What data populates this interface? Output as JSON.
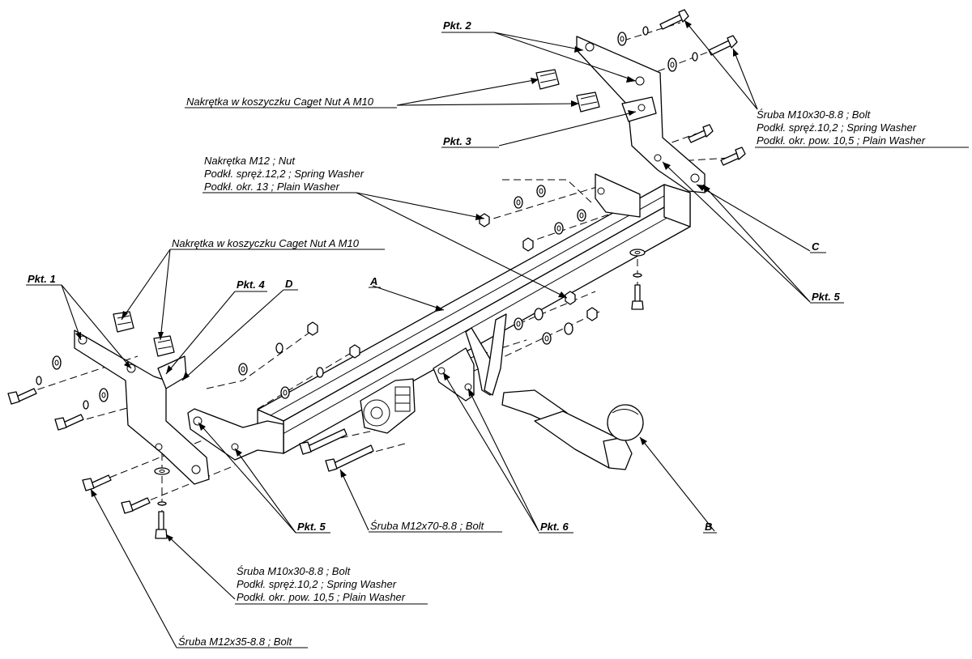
{
  "labels": {
    "pkt1": "Pkt. 1",
    "pkt2": "Pkt. 2",
    "pkt3": "Pkt. 3",
    "pkt4": "Pkt. 4",
    "pkt5_top": "Pkt. 5",
    "pkt5_bottom": "Pkt. 5",
    "pkt6": "Pkt. 6",
    "part_a": "A",
    "part_b": "B",
    "part_c": "C",
    "part_d": "D"
  },
  "callouts": {
    "cage_nut_top": "Nakrętka w koszyczku Caget Nut A M10",
    "cage_nut_left": "Nakrętka w koszyczku Caget Nut A M10",
    "nut_m12": {
      "line1": "Nakrętka  M12 ; Nut",
      "line2": "Podkł. spręż.12,2 ; Spring Washer",
      "line3": "Podkł. okr. 13 ; Plain Washer"
    },
    "bolt_m10_right": {
      "line1": "Śruba M10x30-8.8 ;  Bolt",
      "line2": "Podkł. spręż.10,2 ; Spring Washer",
      "line3": "Podkł. okr. pow. 10,5 ; Plain Washer"
    },
    "bolt_m10_bottom": {
      "line1": "Śruba M10x30-8.8 ;  Bolt",
      "line2": "Podkł. spręż.10,2 ; Spring Washer",
      "line3": "Podkł. okr. pow. 10,5 ; Plain Washer"
    },
    "bolt_m12x70": "Śruba M12x70-8.8 ;  Bolt",
    "bolt_m12x35": "Śruba M12x35-8.8 ;  Bolt"
  }
}
